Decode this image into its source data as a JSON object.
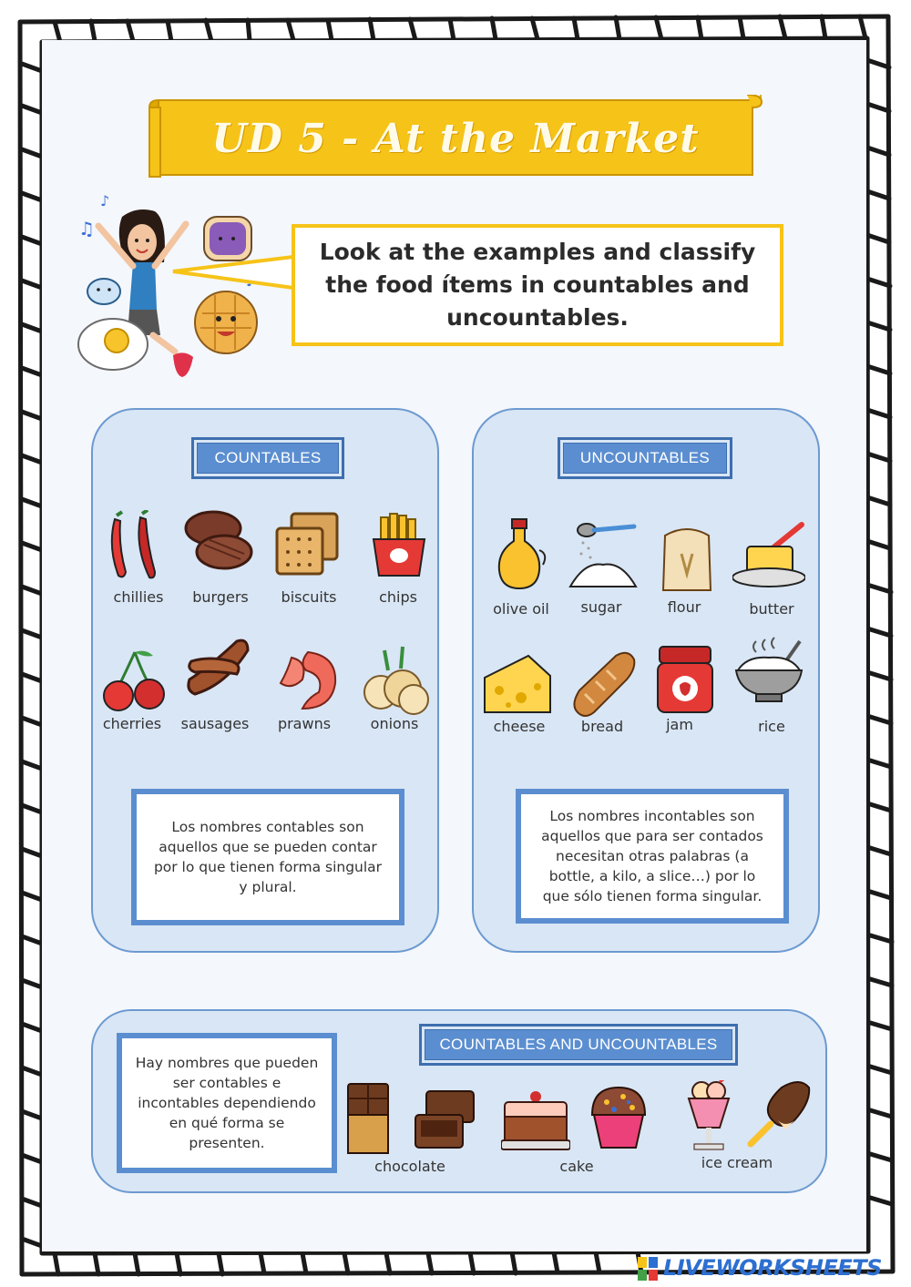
{
  "title": "UD 5 - At the Market",
  "instruction": "Look at the examples and classify the food ítems in countables and uncountables.",
  "countables": {
    "heading": "COUNTABLES",
    "items": [
      "chillies",
      "burgers",
      "biscuits",
      "chips",
      "cherries",
      "sausages",
      "prawns",
      "onions"
    ],
    "explanation": "Los nombres contables son aquellos que se pueden contar por lo que tienen forma singular y plural."
  },
  "uncountables": {
    "heading": "UNCOUNTABLES",
    "items": [
      "olive oil",
      "sugar",
      "flour",
      "butter",
      "cheese",
      "bread",
      "jam",
      "rice"
    ],
    "explanation": "Los nombres incontables son aquellos que para ser contados necesitan otras palabras (a bottle, a kilo, a slice…) por lo que sólo tienen forma singular."
  },
  "both": {
    "heading": "COUNTABLES AND UNCOUNTABLES",
    "explanation": "Hay nombres que pueden ser contables e incontables dependiendo en qué forma se presenten.",
    "items": [
      "chocolate",
      "cake",
      "ice cream"
    ]
  },
  "watermark": "LIVEWORKSHEETS",
  "colors": {
    "banner": "#f6c318",
    "panel": "#d9e6f5",
    "tag": "#5b8ed0",
    "frame": "#1a1a1a"
  }
}
